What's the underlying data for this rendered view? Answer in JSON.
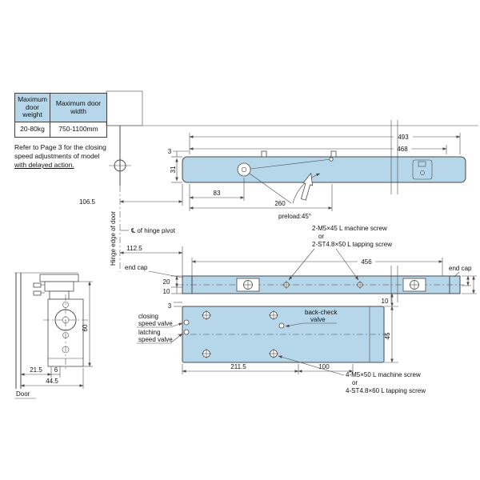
{
  "colors": {
    "fill_blue": "#b6d6e9",
    "line": "#4a4a4a"
  },
  "spec_table": {
    "headers": [
      "Maximum door weight",
      "Maximum door width"
    ],
    "values": [
      "20-80kg",
      "750-1100mm"
    ],
    "note_prefix": "Refer to Page 3 for the closing speed adjustments of model ",
    "note_underlined": "with delayed action."
  },
  "side_view": {
    "d493": "493",
    "d468": "468",
    "d3": "3",
    "d31": "31",
    "d83": "83",
    "d260": "260",
    "d106_5": "106.5",
    "preload": "preload:45°"
  },
  "center": {
    "hinge_pivot": "℄ of hinge pivot",
    "hinge_edge": "Hinge edge of door",
    "d112_5": "112.5"
  },
  "plan_view": {
    "d456": "456",
    "end_cap_left": "end cap",
    "end_cap_right": "end cap",
    "d20": "20",
    "d10_left": "10",
    "d3": "3",
    "d10_right": "10",
    "d45": "45",
    "closing_valve_l1": "closing",
    "closing_valve_l2": "speed valve",
    "latching_valve_l1": "latching",
    "latching_valve_l2": "speed valve",
    "backcheck_l1": "back-check",
    "backcheck_l2": "valve",
    "d211_5": "211.5",
    "d100": "100",
    "screw_note_top": [
      "2-M5×45 L machine screw",
      "or",
      "2-ST4.8×50 L tapping screw"
    ],
    "screw_note_bottom": [
      "4-M5×50 L machine screw",
      "or",
      "4-ST4.8×60 L tapping screw"
    ]
  },
  "end_view": {
    "d60": "60",
    "d21_5": "21.5",
    "d6": "6",
    "d44_5": "44.5",
    "door": "Door"
  }
}
